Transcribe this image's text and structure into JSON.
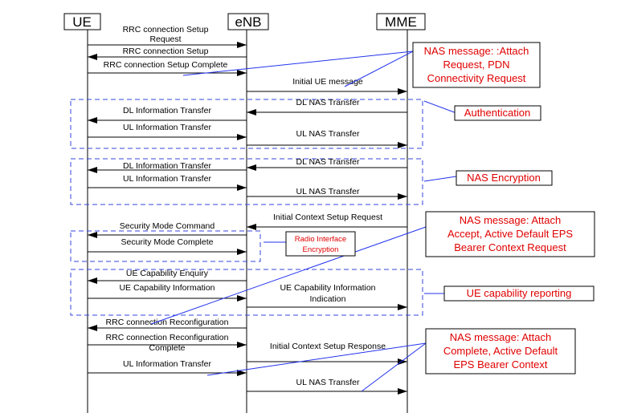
{
  "entities": {
    "ue": "UE",
    "enb": "eNB",
    "mme": "MME"
  },
  "messages": {
    "rrc_setup_request_1": "RRC connection Setup",
    "rrc_setup_request_2": "Request",
    "rrc_setup": "RRC connection Setup",
    "rrc_setup_complete": "RRC connection Setup Complete",
    "initial_ue_message": "Initial UE message",
    "dl_nas_transfer_1": "DL NAS Transfer",
    "dl_info_transfer_1": "DL Information Transfer",
    "ul_info_transfer_1": "UL Information Transfer",
    "ul_nas_transfer_1": "UL NAS Transfer",
    "dl_nas_transfer_2": "DL NAS Transfer",
    "dl_info_transfer_2": "DL Information Transfer",
    "ul_info_transfer_2": "UL Information Transfer",
    "ul_nas_transfer_2": "UL NAS Transfer",
    "initial_context_setup_request": "Initial Context Setup Request",
    "security_mode_command": "Security Mode Command",
    "security_mode_complete": "Security Mode Complete",
    "ue_capability_enquiry": "UE Capability Enquiry",
    "ue_capability_information": "UE Capability Information",
    "ue_capability_info_indication_1": "UE Capability Information",
    "ue_capability_info_indication_2": "Indication",
    "rrc_reconfiguration": "RRC connection Reconfiguration",
    "rrc_reconfiguration_complete_1": "RRC connection Reconfiguration",
    "rrc_reconfiguration_complete_2": "Complete",
    "initial_context_setup_response": "Initial Context Setup Response",
    "ul_info_transfer_3": "UL Information Transfer",
    "ul_nas_transfer_3": "UL NAS Transfer"
  },
  "notes": {
    "attach_request": [
      "NAS message: :Attach",
      "Request, PDN",
      "Connectivity Request"
    ],
    "authentication": [
      "Authentication"
    ],
    "nas_encryption": [
      "NAS Encryption"
    ],
    "attach_accept": [
      "NAS message: Attach",
      "Accept, Active Default EPS",
      "Bearer Context Request"
    ],
    "radio_interface_encryption": [
      "Radio Interface",
      "Encryption"
    ],
    "ue_capability_reporting": [
      "UE capability reporting"
    ],
    "attach_complete": [
      "NAS message: Attach",
      "Complete, Active Default",
      "EPS Bearer Context"
    ]
  },
  "colors": {
    "note_text": "#e00000",
    "group_border": "#3344dd",
    "callout_line": "#2233ee",
    "line": "#000000"
  }
}
